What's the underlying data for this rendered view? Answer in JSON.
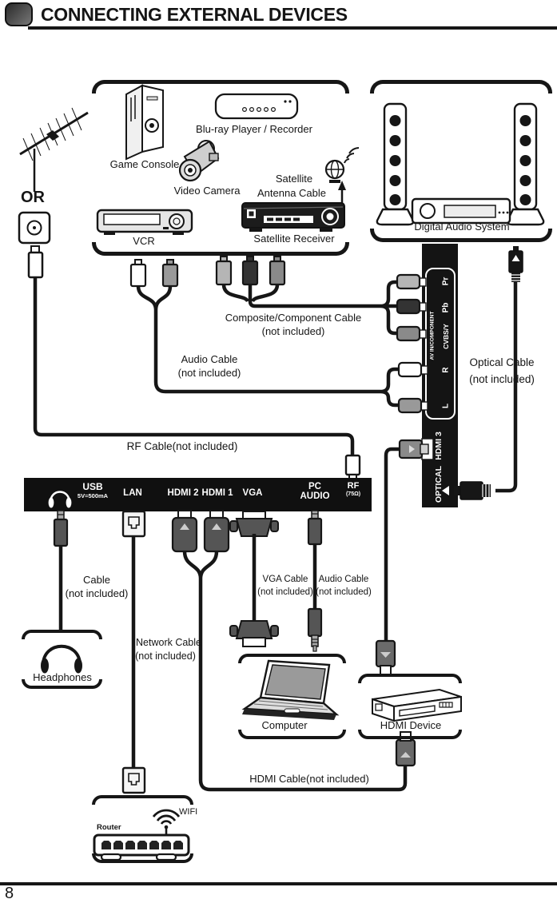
{
  "header": {
    "title": "CONNECTING EXTERNAL DEVICES"
  },
  "or_label": "OR",
  "source_box": {
    "game_console": "Game Console",
    "bluray": "Blu-ray Player / Recorder",
    "video_camera": "Video Camera",
    "satellite_line1": "Satellite",
    "satellite_line2": "Antenna Cable",
    "vcr": "VCR",
    "satellite_receiver": "Satellite Receiver"
  },
  "audio_system": {
    "label": "Digital Audio System"
  },
  "cable_labels": {
    "composite_line1": "Composite/Component Cable",
    "composite_line2": "(not included)",
    "audio_line1": "Audio Cable",
    "audio_line2": "(not included)",
    "optical_line1": "Optical Cable",
    "optical_line2": "(not included)",
    "rf": "RF Cable(not included)",
    "headphone_line1": "Cable",
    "headphone_line2": "(not included)",
    "network_line1": "Network Cable",
    "network_line2": "(not included)",
    "vga_line1": "VGA Cable",
    "vga_line2": "(not included)",
    "pc_audio_line1": "Audio Cable",
    "pc_audio_line2": "(not included)",
    "hdmi": "HDMI Cable(not included)"
  },
  "ports_bar": {
    "usb": "USB",
    "usb_sub": "5V=500mA",
    "lan": "LAN",
    "hdmi2": "HDMI 2",
    "hdmi1": "HDMI 1",
    "vga": "VGA",
    "pc": "PC",
    "audio": "AUDIO",
    "rf": "RF",
    "rf_sub": "(75Ω)"
  },
  "side_panel": {
    "av_in": "AV IN/COMPONENT",
    "pr": "Pr",
    "pb": "Pb",
    "cvbs": "CVBS/Y",
    "r": "R",
    "l": "L",
    "hdmi3": "HDMI 3",
    "optical": "OPTICAL"
  },
  "sink_devices": {
    "headphones": "Headphones",
    "computer": "Computer",
    "hdmi_device": "HDMI Device",
    "router": "Router",
    "wifi": "WIFI"
  },
  "footer": {
    "page_number": "8"
  },
  "colors": {
    "bar_bg": "#101010",
    "panel_bg": "#141414",
    "line": "#161616"
  }
}
